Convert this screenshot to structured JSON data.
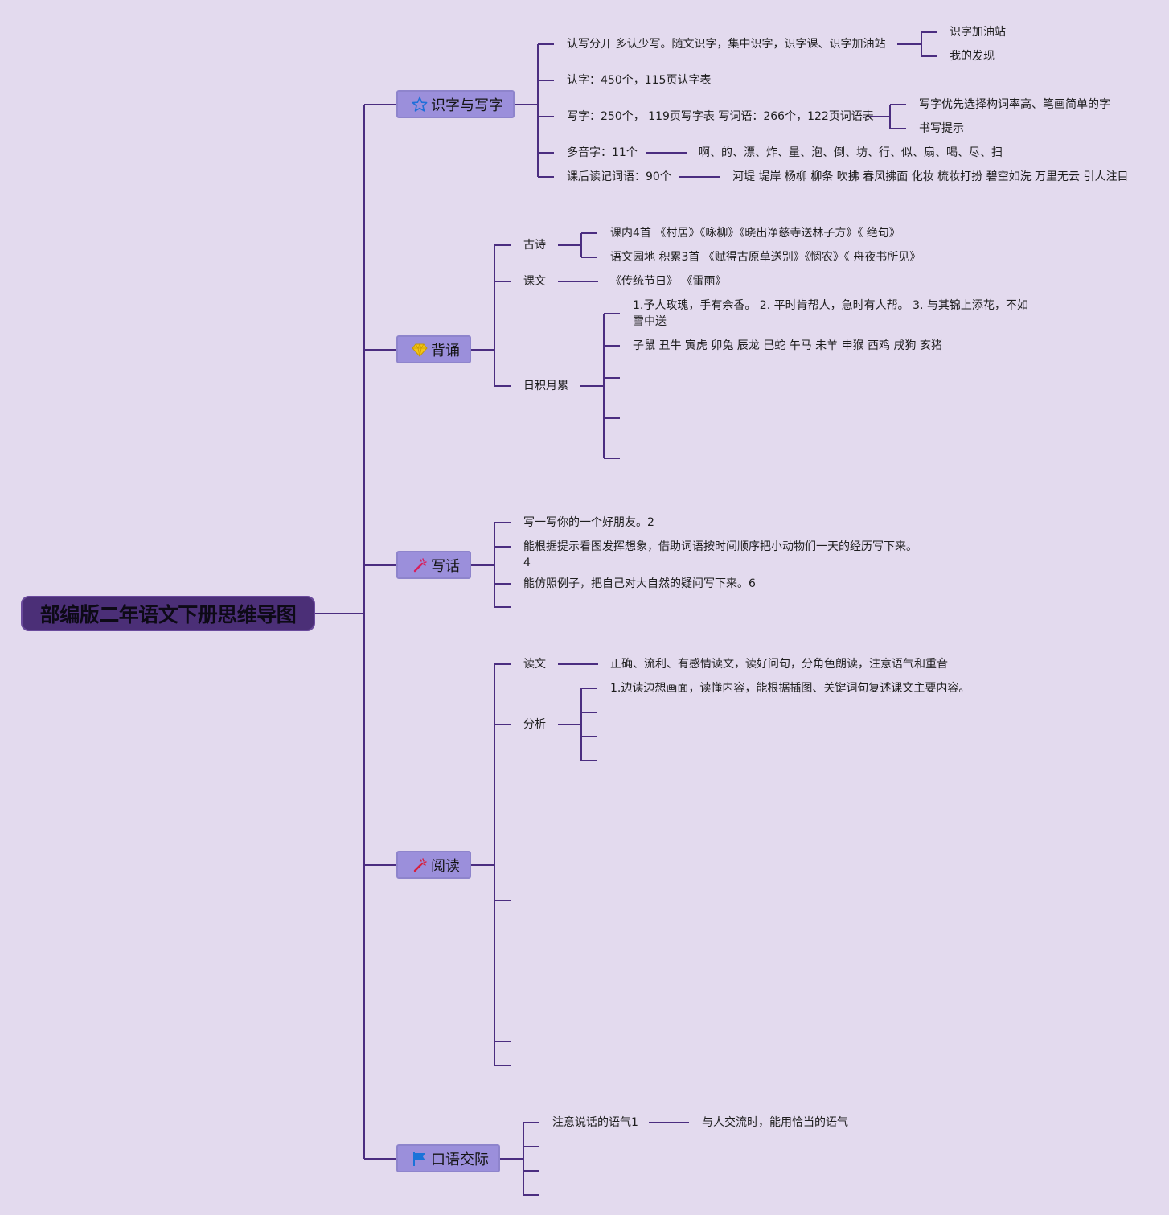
{
  "title": "部编版二年语文下册思维导图",
  "branches": [
    {
      "label": "识字与写字",
      "icon": "star-icon",
      "children": [
        {
          "label": "认写分开 多认少写。随文识字，集中识字，识字课、识字加油站",
          "children": [
            "识字加油站",
            "我的发现"
          ]
        },
        {
          "label": "认字：450个，115页认字表"
        },
        {
          "label": "写字：250个， 119页写字表 写词语：266个，122页词语表",
          "children": [
            "写字优先选择构词率高、笔画简单的字",
            "书写提示"
          ]
        },
        {
          "label": "多音字：11个",
          "children": [
            "啊、的、漂、炸、量、泡、倒、坊、行、似、扇、喝、尽、扫"
          ]
        },
        {
          "label": "课后读记词语：90个",
          "children": [
            "河堤 堤岸 杨柳 柳条 吹拂 春风拂面 化妆 梳妆打扮 碧空如洗 万里无云 引人注目"
          ]
        }
      ]
    },
    {
      "label": "背诵",
      "icon": "diamond-icon",
      "children": [
        {
          "label": "古诗",
          "children": [
            "课内4首 《村居》《咏柳》《晓出净慈寺送林子方》《 绝句》",
            "语文园地 积累3首 《赋得古原草送别》《悯农》《 舟夜书所见》"
          ]
        },
        {
          "label": "课文",
          "children": [
            "《传统节日》 《雷雨》"
          ]
        },
        {
          "label": "日积月累",
          "children": [
            "1.予人玫瑰，手有余香。 2. 平时肯帮人，急时有人帮。 3. 与其锦上添花，不如雪中送",
            "子鼠 丑牛 寅虎 卯兔 辰龙 巳蛇 午马 未羊 申猴 酉鸡 戌狗 亥猪",
            "",
            "",
            ""
          ]
        }
      ]
    },
    {
      "label": "写话",
      "icon": "wand-icon",
      "children": [
        {
          "label": "写一写你的一个好朋友。2"
        },
        {
          "label": "能根据提示看图发挥想象，借助词语按时间顺序把小动物们一天的经历写下来。4"
        },
        {
          "label": "能仿照例子，把自己对大自然的疑问写下来。6"
        },
        {
          "label": ""
        }
      ]
    },
    {
      "label": "阅读",
      "icon": "wand-icon",
      "children": [
        {
          "label": "读文",
          "children": [
            "正确、流利、有感情读文，读好问句，分角色朗读，注意语气和重音"
          ]
        },
        {
          "label": "分析",
          "children": [
            "1.边读边想画面，读懂内容，能根据插图、关键词句复述课文主要内容。",
            "",
            "",
            ""
          ]
        },
        {
          "label": ""
        },
        {
          "label": ""
        },
        {
          "label": ""
        }
      ]
    },
    {
      "label": "口语交际",
      "icon": "flag-icon",
      "children": [
        {
          "label": "注意说话的语气1",
          "children": [
            "与人交流时，能用恰当的语气"
          ]
        },
        {
          "label": ""
        },
        {
          "label": ""
        },
        {
          "label": ""
        }
      ]
    }
  ],
  "colors": {
    "background": "#e3daee",
    "line": "#4b2d80",
    "root_fill": "#4b2f77",
    "category_fill": "#9b8fdb"
  }
}
